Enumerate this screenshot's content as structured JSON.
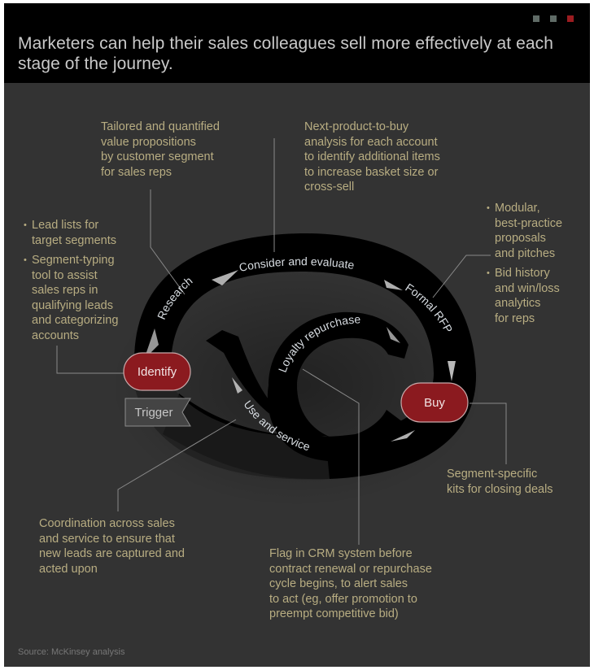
{
  "header": {
    "title": "Marketers can help their sales colleagues sell more effectively at each stage of the journey.",
    "dots": [
      {
        "color": "#5f6b66"
      },
      {
        "color": "#5f6b66"
      },
      {
        "color": "#9b1c20"
      }
    ]
  },
  "colors": {
    "background": "#333333",
    "header_bg": "#000000",
    "note_text": "#b8ad82",
    "pill_fill": "#8b1a1f",
    "loop_fill": "#000000",
    "connector": "#8a8a8a"
  },
  "journey": {
    "stages": {
      "research": "Research",
      "consider": "Consider and evaluate",
      "rfp": "Formal RFP",
      "loyalty": "Loyalty repurchase",
      "use": "Use and service"
    },
    "nodes": {
      "identify": "Identify",
      "buy": "Buy",
      "trigger": "Trigger"
    }
  },
  "notes": {
    "research": [
      "Tailored and quantified",
      "value propositions",
      "by customer segment",
      "for sales reps"
    ],
    "consider": [
      "Next-product-to-buy",
      "analysis for each account",
      "to identify additional items",
      "to increase basket size or",
      "cross-sell"
    ],
    "identify": [
      [
        "Lead lists for",
        "target segments"
      ],
      [
        "Segment-typing",
        "tool to assist",
        "sales reps in",
        "qualifying leads",
        "and categorizing",
        "accounts"
      ]
    ],
    "rfp": [
      [
        "Modular,",
        "best-practice",
        "proposals",
        "and pitches"
      ],
      [
        "Bid history",
        "and win/loss",
        "analytics",
        "for reps"
      ]
    ],
    "buy": [
      "Segment-specific",
      "kits for closing deals"
    ],
    "use": [
      "Coordination across sales",
      "and service to ensure that",
      "new leads are captured and",
      "acted upon"
    ],
    "loyalty": [
      "Flag in CRM system before",
      "contract renewal or repurchase",
      "cycle begins, to alert sales",
      "to act (eg, offer promotion to",
      "preempt competitive bid)"
    ]
  },
  "footer": {
    "source": "Source: McKinsey analysis"
  }
}
